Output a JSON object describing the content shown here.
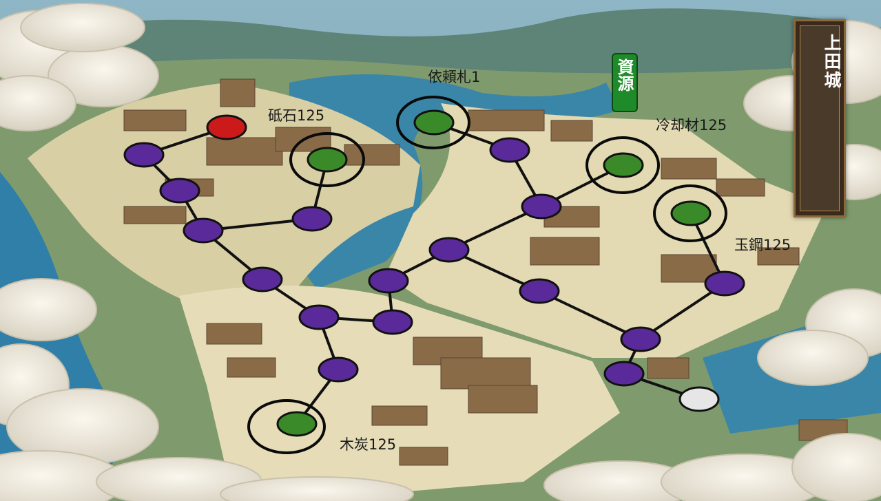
{
  "map": {
    "castle_name": "上田城",
    "resource_badge": "資源",
    "labels": {
      "toishi": "砥石125",
      "irai": "依頼札1",
      "reikyaku": "冷却材125",
      "tamahagane": "玉鋼125",
      "mokutan": "木炭125"
    }
  },
  "colors": {
    "normal_node": "#5a2a9a",
    "resource_node": "#3a8a2a",
    "start_node": "#cc1a1a",
    "end_node": "#e6e6e6"
  },
  "nodes": [
    {
      "id": "n-red",
      "type": "start"
    },
    {
      "id": "n1",
      "type": "normal"
    },
    {
      "id": "n2",
      "type": "normal"
    },
    {
      "id": "n3",
      "type": "normal"
    },
    {
      "id": "n4",
      "type": "normal"
    },
    {
      "id": "n5",
      "type": "normal"
    },
    {
      "id": "n6",
      "type": "normal"
    },
    {
      "id": "n7",
      "type": "normal"
    },
    {
      "id": "n8",
      "type": "normal"
    },
    {
      "id": "n9",
      "type": "normal"
    },
    {
      "id": "n10",
      "type": "normal"
    },
    {
      "id": "n11",
      "type": "normal"
    },
    {
      "id": "n12",
      "type": "normal"
    },
    {
      "id": "n13",
      "type": "normal"
    },
    {
      "id": "n14",
      "type": "normal"
    },
    {
      "id": "n15",
      "type": "normal"
    },
    {
      "id": "n16",
      "type": "normal"
    },
    {
      "id": "g-toishi",
      "type": "resource"
    },
    {
      "id": "g-irai",
      "type": "resource"
    },
    {
      "id": "g-reikyaku",
      "type": "resource"
    },
    {
      "id": "g-tamahagane",
      "type": "resource"
    },
    {
      "id": "g-mokutan",
      "type": "resource"
    },
    {
      "id": "n-end",
      "type": "end"
    }
  ]
}
